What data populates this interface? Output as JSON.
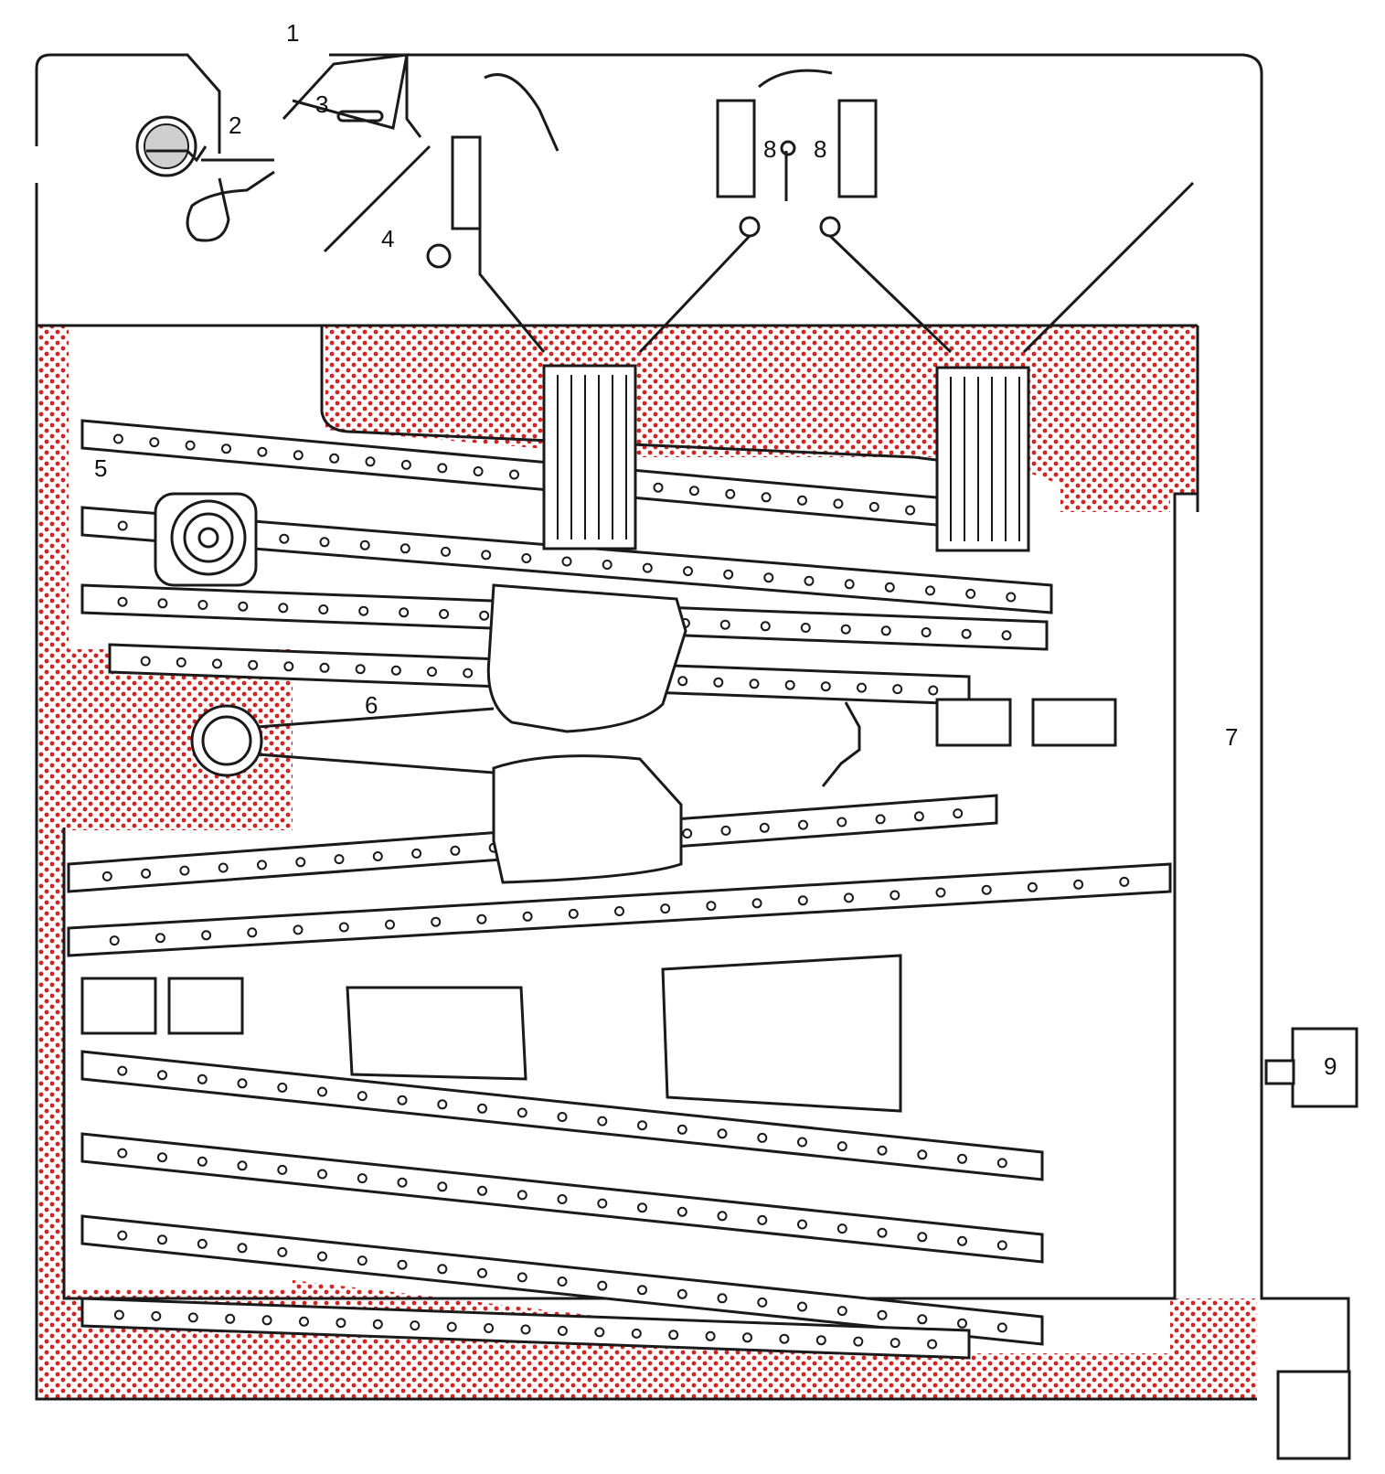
{
  "diagram": {
    "labels": [
      "1",
      "2",
      "3",
      "4",
      "5",
      "6",
      "7",
      "8",
      "8",
      "9"
    ],
    "colors": {
      "stroke": "#1a1a1a",
      "dot_fill": "#d4231f",
      "background": "#ffffff"
    }
  }
}
